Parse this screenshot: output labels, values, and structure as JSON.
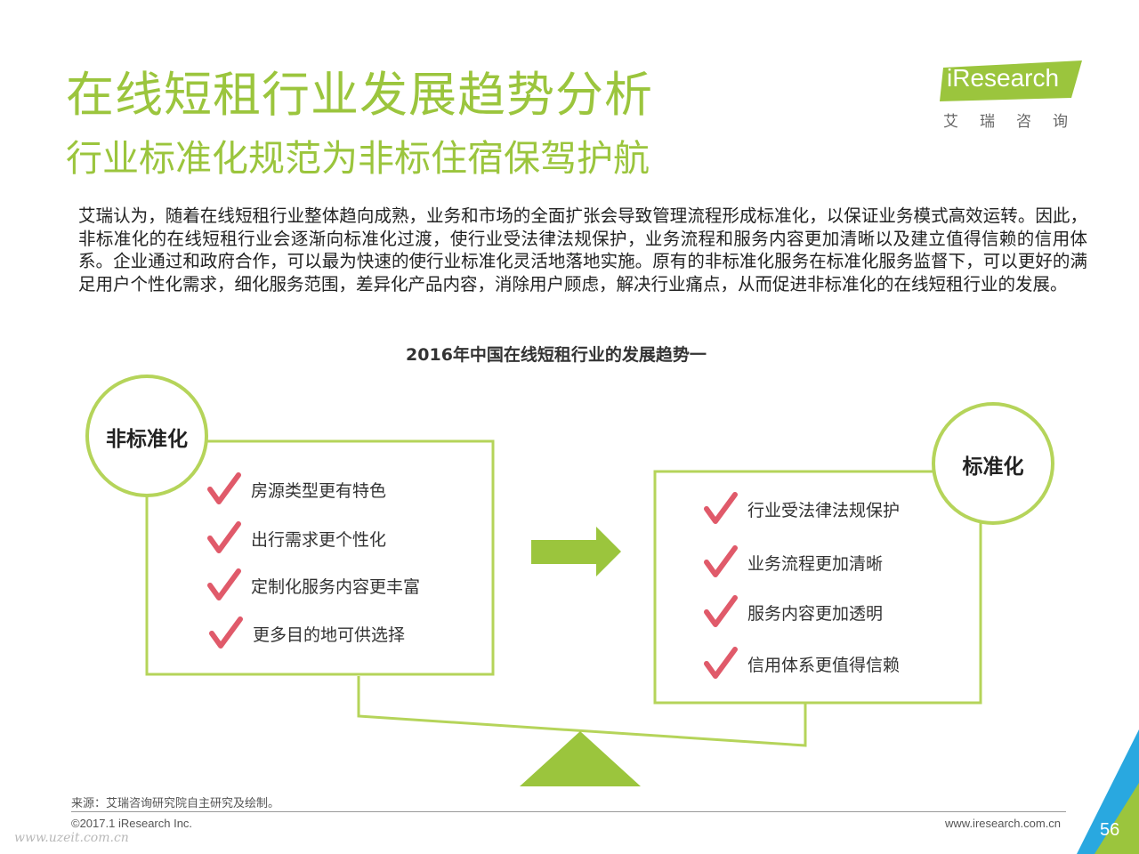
{
  "header": {
    "title": "在线短租行业发展趋势分析",
    "subtitle": "行业标准化规范为非标住宿保驾护航"
  },
  "logo": {
    "brand": "iResearch",
    "chinese": "艾瑞咨询"
  },
  "intro": "艾瑞认为，随着在线短租行业整体趋向成熟，业务和市场的全面扩张会导致管理流程形成标准化，以保证业务模式高效运转。因此，非标准化的在线短租行业会逐渐向标准化过渡，使行业受法律法规保护，业务流程和服务内容更加清晰以及建立值得信赖的信用体系。企业通过和政府合作，可以最为快速的使行业标准化灵活地落地实施。原有的非标准化服务在标准化服务监督下，可以更好的满足用户个性化需求，细化服务范围，差异化产品内容，消除用户顾虑，解决行业痛点，从而促进非标准化的在线短租行业的发展。",
  "diagram": {
    "title": "2016年中国在线短租行业的发展趋势一",
    "left": {
      "label": "非标准化",
      "items": [
        "房源类型更有特色",
        "出行需求更个性化",
        "定制化服务内容更丰富",
        "更多目的地可供选择"
      ]
    },
    "right": {
      "label": "标准化",
      "items": [
        "行业受法律法规保护",
        "业务流程更加清晰",
        "服务内容更加透明",
        "信用体系更值得信赖"
      ]
    }
  },
  "footer": {
    "source": "来源：艾瑞咨询研究院自主研究及绘制。",
    "copyright": "©2017.1 iResearch Inc.",
    "website": "www.iresearch.com.cn",
    "page": "56",
    "watermark": "www.uzeit.com.cn"
  },
  "colors": {
    "accent_green": "#9bc53d",
    "check_red": "#e05a6a",
    "corner_blue": "#29a8e0"
  }
}
